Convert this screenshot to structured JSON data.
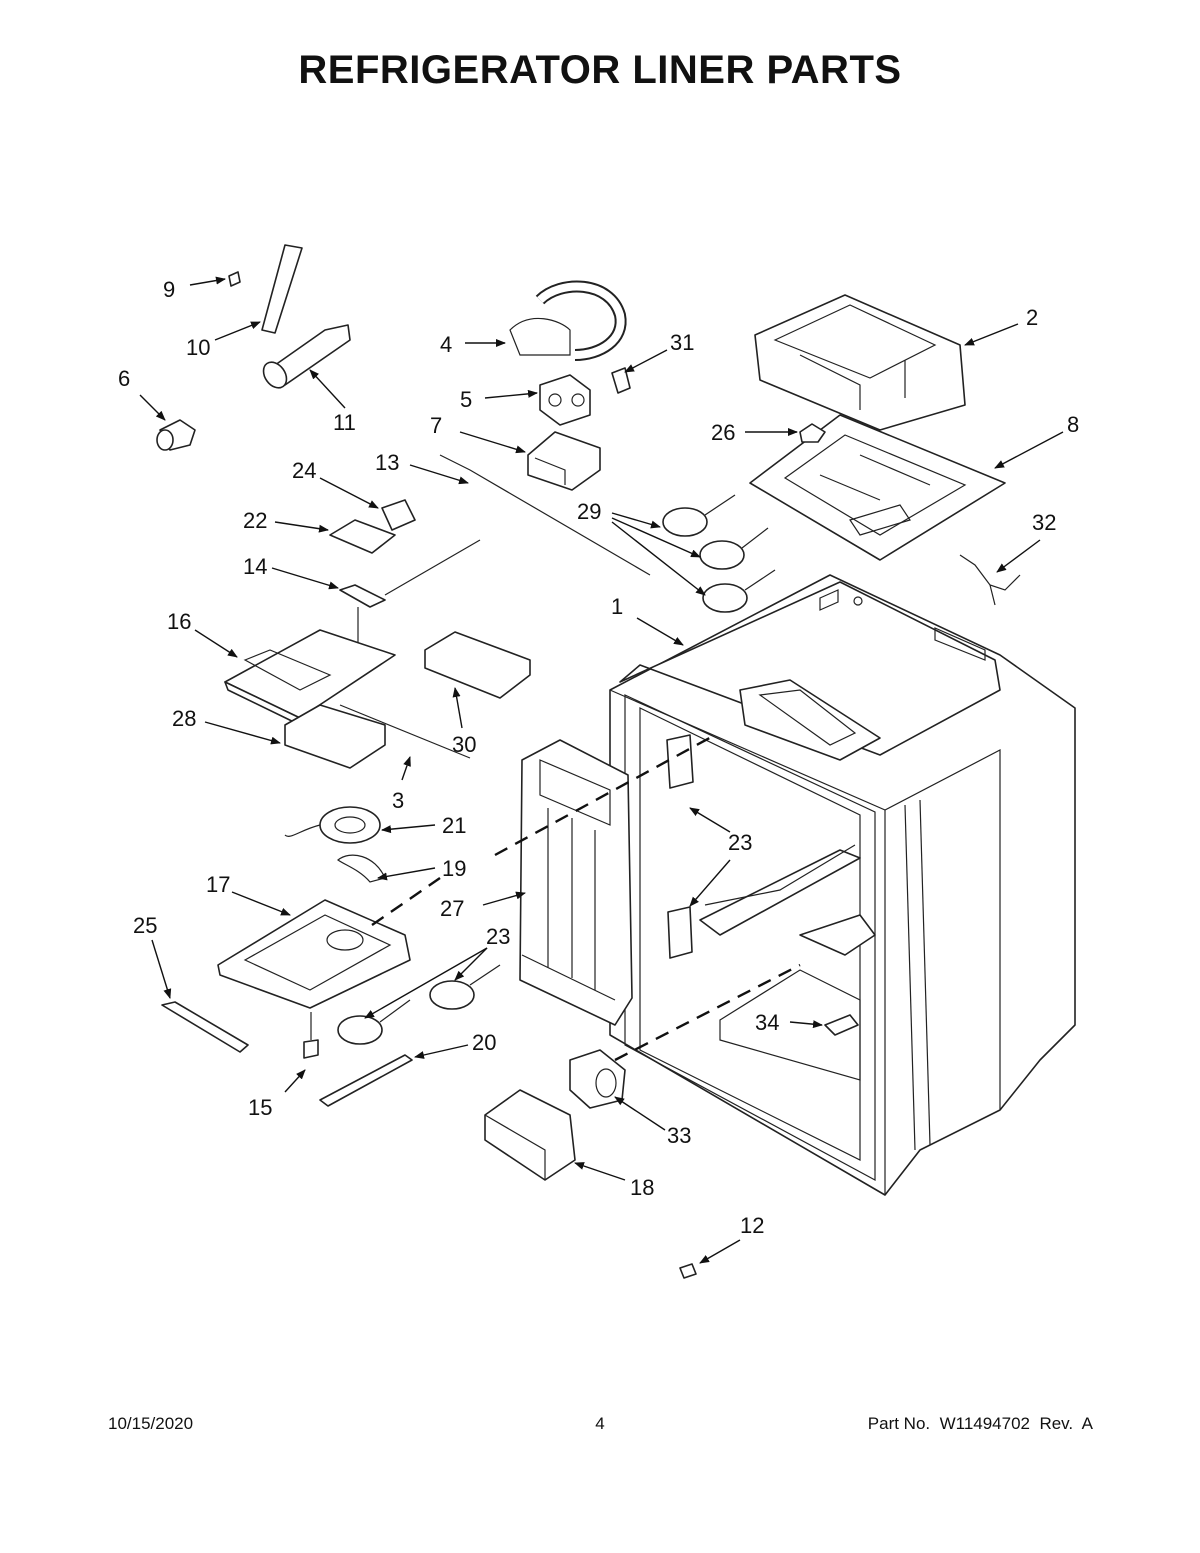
{
  "title": "REFRIGERATOR LINER PARTS",
  "callouts": [
    "1",
    "2",
    "3",
    "4",
    "5",
    "6",
    "7",
    "8",
    "9",
    "10",
    "11",
    "12",
    "13",
    "14",
    "15",
    "16",
    "17",
    "18",
    "19",
    "20",
    "21",
    "22",
    "23",
    "23",
    "24",
    "25",
    "26",
    "27",
    "28",
    "29",
    "30",
    "31",
    "32",
    "33",
    "34"
  ],
  "footer": {
    "date": "10/15/2020",
    "page": "4",
    "part_number": "Part No.  W11494702  Rev.  A"
  }
}
